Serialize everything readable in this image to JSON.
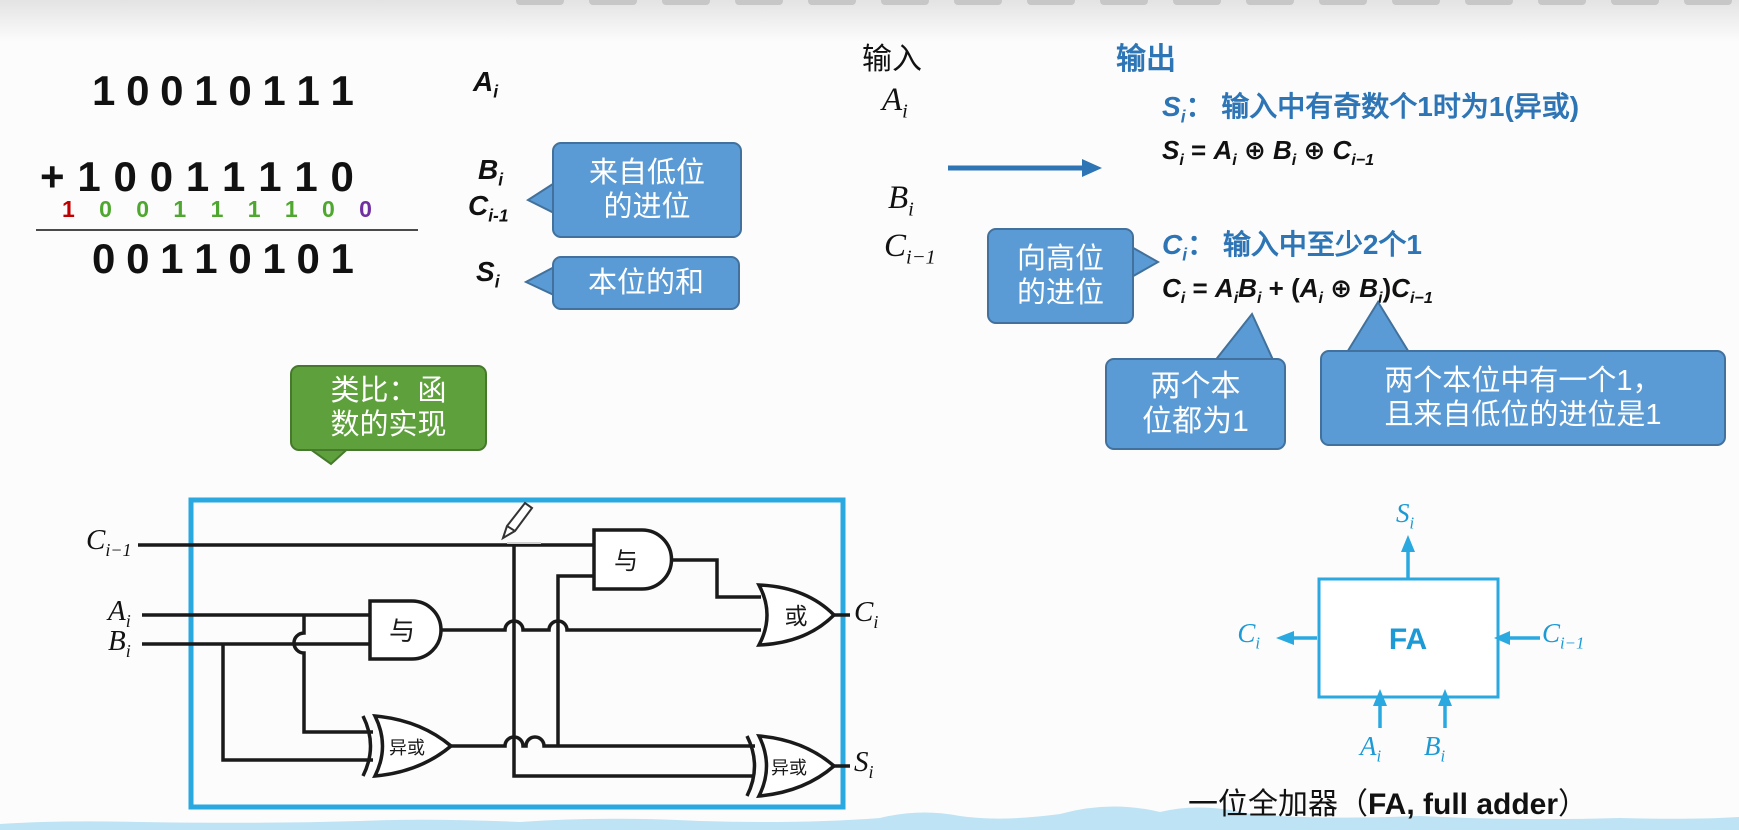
{
  "colors": {
    "accent_blue": "#2E75B6",
    "callout_blue": "#5B9BD5",
    "callout_blue_border": "#41719C",
    "callout_green": "#5EA13C",
    "callout_green_border": "#46792C",
    "circuit_cyan": "#29A9E0",
    "fa_cyan": "#1B9AD6",
    "carry_red": "#C00000",
    "carry_green": "#4EA72E",
    "carry_purple": "#7030A0",
    "wave_blue": "#BEE3F4"
  },
  "top_tabs": {
    "count": 17
  },
  "addition": {
    "operand1": [
      "1",
      "0",
      "0",
      "1",
      "0",
      "1",
      "1",
      "1"
    ],
    "operand2_row": [
      "+",
      "1",
      "0",
      "0",
      "1",
      "1",
      "1",
      "1",
      "0"
    ],
    "carries": [
      {
        "d": "1",
        "color": "#C00000"
      },
      {
        "d": "0",
        "color": "#4EA72E"
      },
      {
        "d": "0",
        "color": "#4EA72E"
      },
      {
        "d": "1",
        "color": "#4EA72E"
      },
      {
        "d": "1",
        "color": "#4EA72E"
      },
      {
        "d": "1",
        "color": "#4EA72E"
      },
      {
        "d": "1",
        "color": "#4EA72E"
      },
      {
        "d": "0",
        "color": "#4EA72E"
      },
      {
        "d": "0",
        "color": "#7030A0"
      }
    ],
    "result": [
      "0",
      "0",
      "1",
      "1",
      "0",
      "1",
      "0",
      "1"
    ]
  },
  "left_signals": {
    "a": [
      {
        "t": "A",
        "s": "bi"
      },
      {
        "t": "i",
        "s": "sub"
      }
    ],
    "b": [
      {
        "t": "B",
        "s": "bi"
      },
      {
        "t": "i",
        "s": "sub"
      }
    ],
    "c_prev": [
      {
        "t": "C",
        "s": "bi"
      },
      {
        "t": "i-1",
        "s": "sub"
      }
    ],
    "s": [
      {
        "t": "S",
        "s": "bi"
      },
      {
        "t": "i",
        "s": "sub"
      }
    ]
  },
  "left_callouts": {
    "carry_in_lines": [
      "来自低位",
      "的进位"
    ],
    "sum_line": "本位的和"
  },
  "io": {
    "input_label": "输入",
    "output_label": "输出",
    "in_a": [
      {
        "t": "A",
        "s": "i"
      },
      {
        "t": "i",
        "s": "sub"
      }
    ],
    "in_b": [
      {
        "t": "B",
        "s": "i"
      },
      {
        "t": "i",
        "s": "sub"
      }
    ],
    "in_c_prev": [
      {
        "t": "C",
        "s": "i"
      },
      {
        "t": "i−1",
        "s": "sub"
      }
    ],
    "s_heading": [
      {
        "t": "S",
        "s": "bi"
      },
      {
        "t": "i",
        "s": "sub"
      },
      {
        "t": "： 输入中有奇数个1时为1(异或)",
        "s": "b"
      }
    ],
    "s_formula": [
      {
        "t": "S",
        "s": "bi"
      },
      {
        "t": "i",
        "s": "sub"
      },
      {
        "t": " = ",
        "s": "b"
      },
      {
        "t": "A",
        "s": "bi"
      },
      {
        "t": "i",
        "s": "sub"
      },
      {
        "t": " ⊕ ",
        "s": "b"
      },
      {
        "t": "B",
        "s": "bi"
      },
      {
        "t": "i",
        "s": "sub"
      },
      {
        "t": " ⊕ ",
        "s": "b"
      },
      {
        "t": "C",
        "s": "bi"
      },
      {
        "t": "i−1",
        "s": "sub"
      }
    ],
    "c_heading": [
      {
        "t": "C",
        "s": "bi"
      },
      {
        "t": "i",
        "s": "sub"
      },
      {
        "t": "： 输入中至少2个1",
        "s": "b"
      }
    ],
    "c_formula": [
      {
        "t": "C",
        "s": "bi"
      },
      {
        "t": "i",
        "s": "sub"
      },
      {
        "t": " = ",
        "s": "b"
      },
      {
        "t": "A",
        "s": "bi"
      },
      {
        "t": "i",
        "s": "sub"
      },
      {
        "t": "B",
        "s": "bi"
      },
      {
        "t": "i",
        "s": "sub"
      },
      {
        "t": " + (",
        "s": "b"
      },
      {
        "t": "A",
        "s": "bi"
      },
      {
        "t": "i",
        "s": "sub"
      },
      {
        "t": " ⊕ ",
        "s": "b"
      },
      {
        "t": "B",
        "s": "bi"
      },
      {
        "t": "i",
        "s": "sub"
      },
      {
        "t": ")",
        "s": "b"
      },
      {
        "t": "C",
        "s": "bi"
      },
      {
        "t": "i−1",
        "s": "sub"
      }
    ],
    "callout_carry_out_lines": [
      "向高位",
      "的进位"
    ],
    "callout_both_one_lines": [
      "两个本",
      "位都为1"
    ],
    "callout_one_and_carry_lines": [
      "两个本位中有一个1，",
      "且来自低位的进位是1"
    ]
  },
  "analogy_callout_lines": [
    "类比：函",
    "数的实现"
  ],
  "circuit": {
    "gates": {
      "and1": "与",
      "and2": "与",
      "or": "或",
      "xor1": "异或",
      "xor2": "异或"
    },
    "labels": {
      "c_prev": [
        {
          "t": "C",
          "s": "i"
        },
        {
          "t": "i−1",
          "s": "sub"
        }
      ],
      "a": [
        {
          "t": "A",
          "s": "i"
        },
        {
          "t": "i",
          "s": "sub"
        }
      ],
      "b": [
        {
          "t": "B",
          "s": "i"
        },
        {
          "t": "i",
          "s": "sub"
        }
      ],
      "c_out": [
        {
          "t": "C",
          "s": "i"
        },
        {
          "t": "i",
          "s": "sub"
        }
      ],
      "s_out": [
        {
          "t": "S",
          "s": "i"
        },
        {
          "t": "i",
          "s": "sub"
        }
      ]
    }
  },
  "fa": {
    "name": "FA",
    "s": [
      {
        "t": "S",
        "s": "i"
      },
      {
        "t": "i",
        "s": "sub"
      }
    ],
    "c_out": [
      {
        "t": "C",
        "s": "i"
      },
      {
        "t": "i",
        "s": "sub"
      }
    ],
    "c_prev": [
      {
        "t": "C",
        "s": "i"
      },
      {
        "t": "i−1",
        "s": "sub"
      }
    ],
    "a": [
      {
        "t": "A",
        "s": "i"
      },
      {
        "t": "i",
        "s": "sub"
      }
    ],
    "b": [
      {
        "t": "B",
        "s": "i"
      },
      {
        "t": "i",
        "s": "sub"
      }
    ]
  },
  "caption": [
    {
      "t": "一位全加器（",
      "s": "n"
    },
    {
      "t": "FA, full adder",
      "s": "b"
    },
    {
      "t": "）",
      "s": "n"
    }
  ]
}
